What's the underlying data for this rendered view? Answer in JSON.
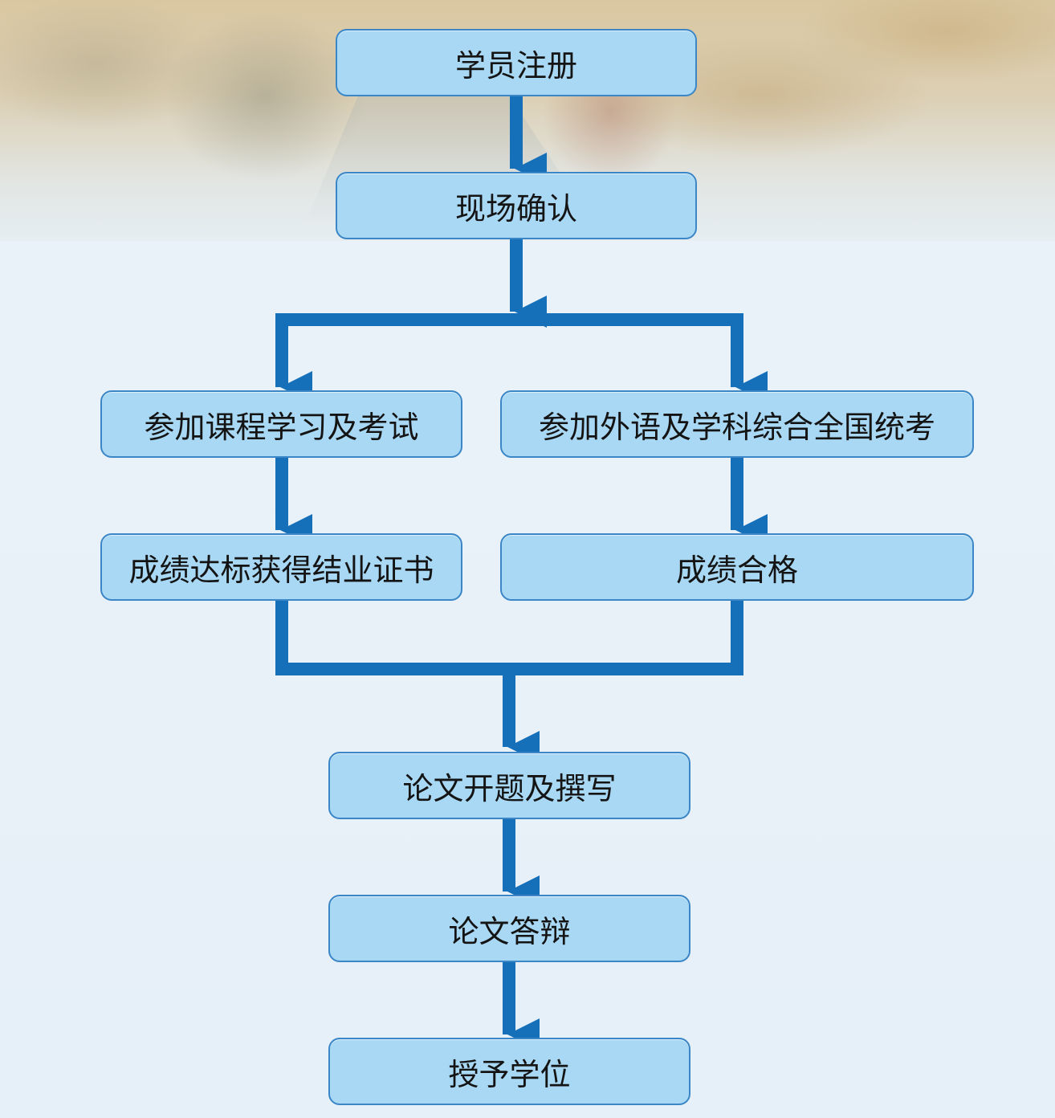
{
  "diagram": {
    "line_color": "#1670b9",
    "node_fill": "#a9d8f4",
    "node_border": "#3a86c6",
    "nodes": {
      "register": "学员注册",
      "confirm": "现场确认",
      "course_exam": "参加课程学习及考试",
      "national_exam": "参加外语及学科综合全国统考",
      "certificate": "成绩达标获得结业证书",
      "qualified": "成绩合格",
      "thesis_writing": "论文开题及撰写",
      "defense": "论文答辩",
      "degree": "授予学位"
    }
  }
}
